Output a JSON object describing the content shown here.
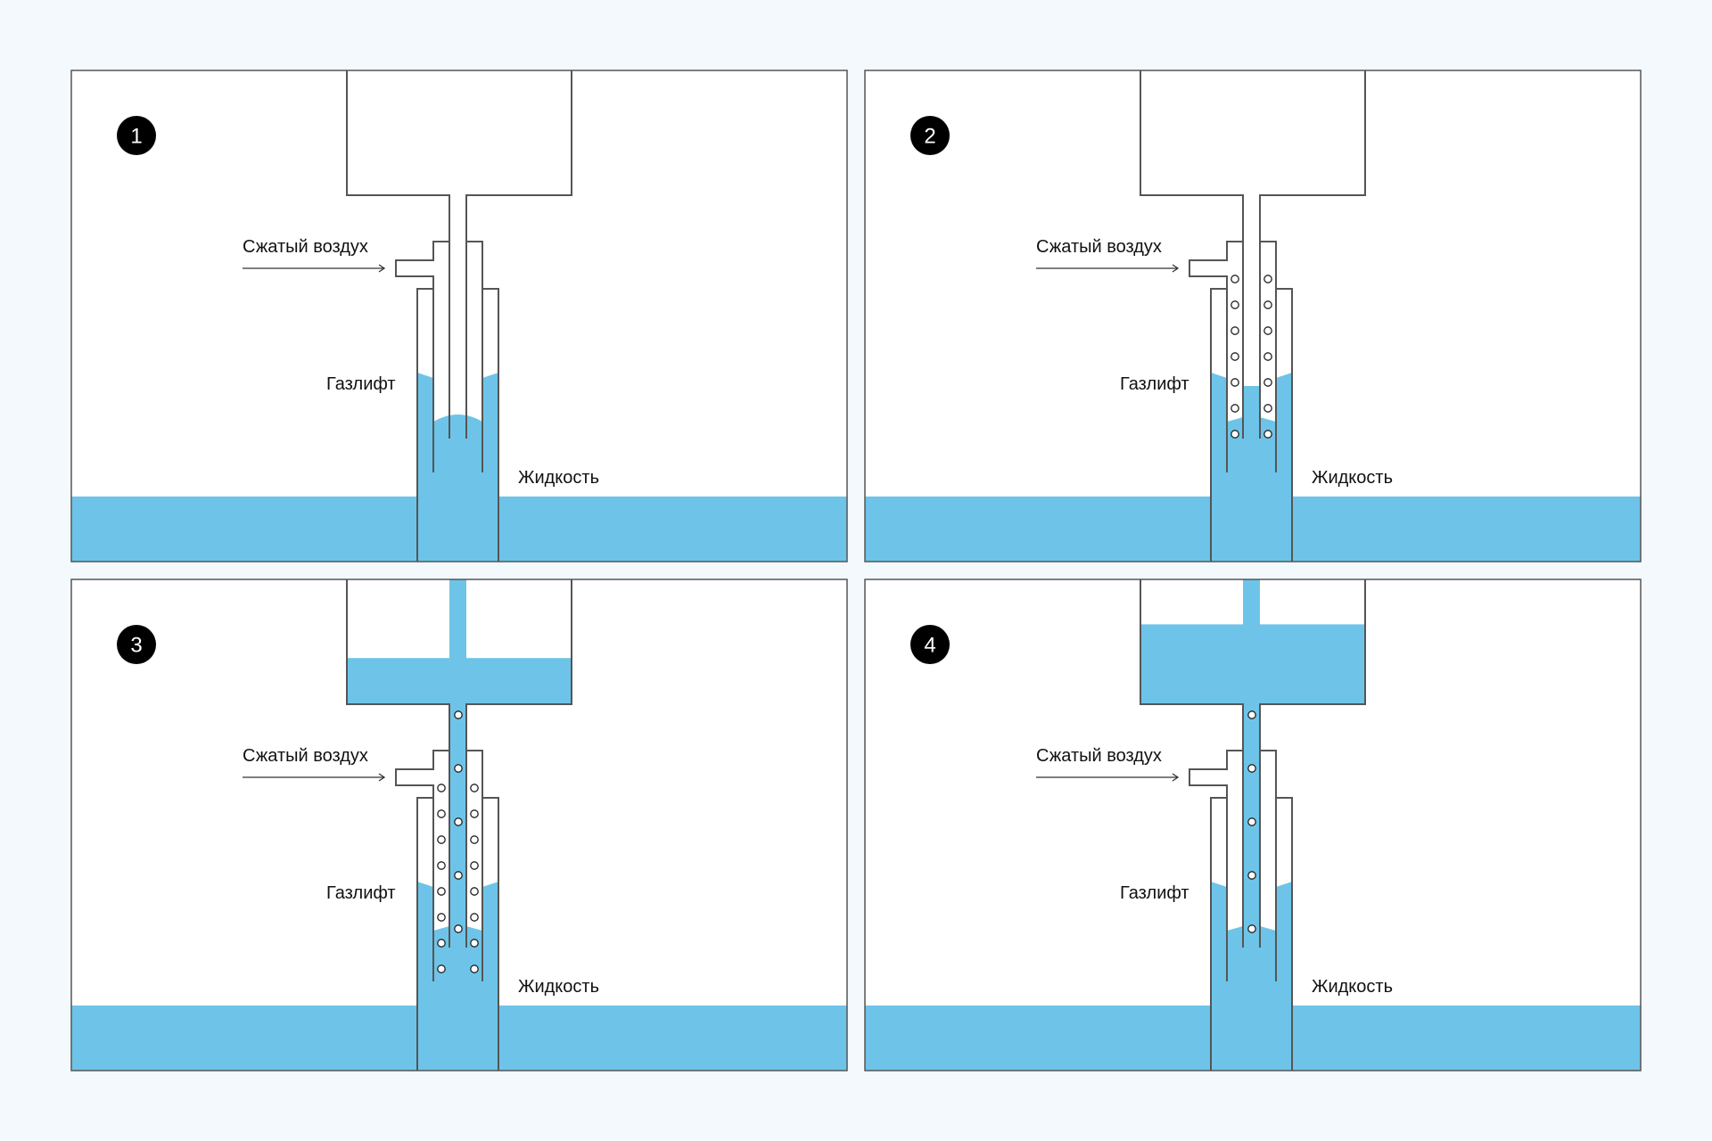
{
  "colors": {
    "background": "#f3f9fd",
    "panel": "#ffffff",
    "water": "#6ec4e8",
    "line": "#555555",
    "badge": "#000000"
  },
  "labels": {
    "air": "Сжатый воздух",
    "gaslift": "Газлифт",
    "liquid": "Жидкость"
  },
  "panels": [
    {
      "step": "1",
      "tank_fill": 0,
      "inner_pipe_state": "empty",
      "inner_pipe_bubbles": 0,
      "annulus_bubbles_per_side": 0
    },
    {
      "step": "2",
      "tank_fill": 0,
      "inner_pipe_state": "partially filled",
      "inner_pipe_bubbles": 0,
      "annulus_bubbles_per_side": 7
    },
    {
      "step": "3",
      "tank_fill": 0.37,
      "inner_pipe_state": "full",
      "inner_pipe_bubbles": 5,
      "annulus_bubbles_per_side": 8
    },
    {
      "step": "4",
      "tank_fill": 0.64,
      "inner_pipe_state": "full",
      "inner_pipe_bubbles": 5,
      "annulus_bubbles_per_side": 0
    }
  ]
}
